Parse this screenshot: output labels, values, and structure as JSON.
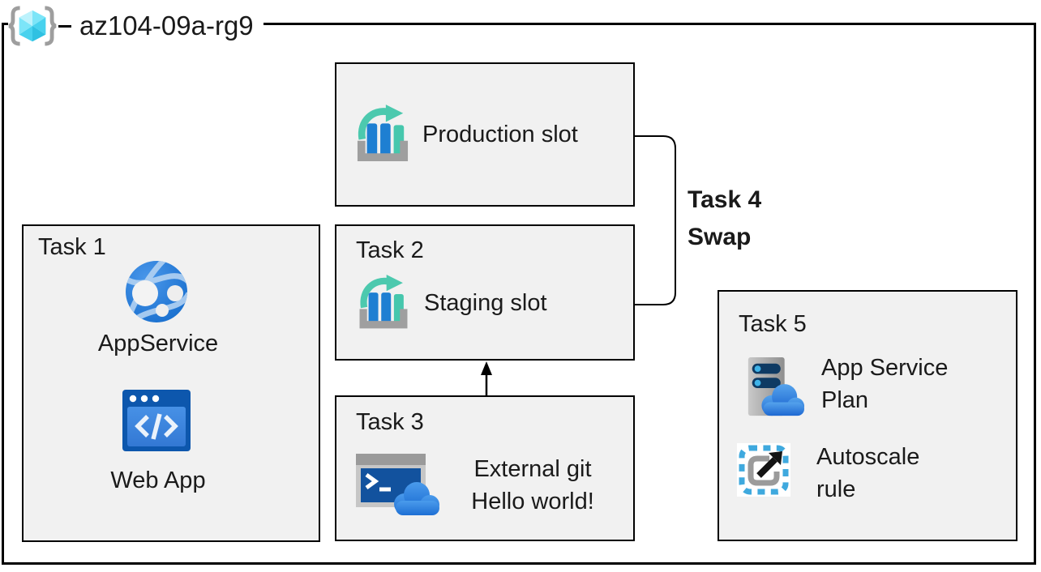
{
  "resource_group": {
    "name": "az104-09a-rg9"
  },
  "production": {
    "label": "Production slot"
  },
  "task1": {
    "title": "Task 1",
    "app_service_label": "AppService",
    "web_app_label": "Web App"
  },
  "task2": {
    "title": "Task 2",
    "label": "Staging slot"
  },
  "task3": {
    "title": "Task 3",
    "line1": "External git",
    "line2": "Hello world!"
  },
  "task4": {
    "title": "Task 4",
    "action": "Swap"
  },
  "task5": {
    "title": "Task 5",
    "item1_line1": "App Service",
    "item1_line2": "Plan",
    "item2_line1": "Autoscale",
    "item2_line2": "rule"
  },
  "icons": [
    "resource-group-icon",
    "deployment-slots-icon",
    "app-service-icon",
    "web-app-icon",
    "cloud-shell-icon",
    "app-service-plan-icon",
    "autoscale-icon"
  ],
  "colors": {
    "box_fill": "#f1f1f1",
    "border_black": "#000000",
    "bar_blue": "#1e7fd2",
    "teal": "#4cc9ae",
    "tray_gray": "#9f9f9f",
    "globe_blue": "#1f72d6",
    "web_app_dark_blue": "#0d57ad",
    "web_app_body_blue": "#3d85dd",
    "terminal_blue": "#12529e",
    "cloud_blue_top": "#55a3ec",
    "cloud_blue_bottom": "#1e68d2",
    "navy_slot": "#0e3a63",
    "dot_cyan": "#3fb3e8",
    "autoscale_dash_blue": "#3fa9de",
    "cube_cyan": "#48d2ee",
    "brace_gray": "#9e9e9e"
  }
}
